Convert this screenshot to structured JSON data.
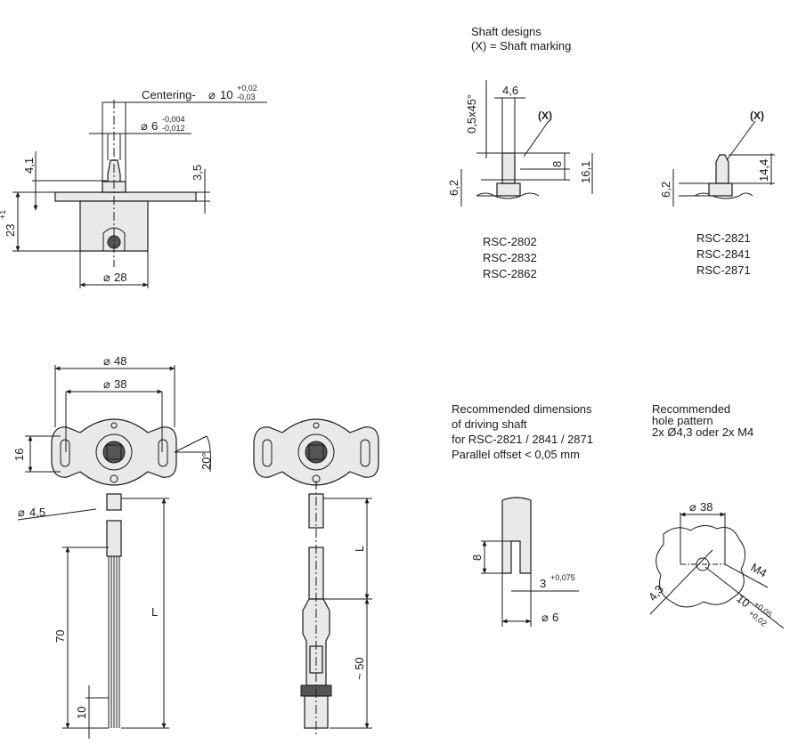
{
  "shaft_designs": {
    "title": "Shaft designs",
    "subtitle": "(X) = Shaft marking",
    "marking": "(X)",
    "design1": {
      "models": [
        "RSC-2802",
        "RSC-2832",
        "RSC-2862"
      ],
      "dims": {
        "chamfer": "0,5x45°",
        "width": "4,6",
        "marking_h": "8",
        "shaft_h": "16,1",
        "base": "6,2"
      }
    },
    "design2": {
      "models": [
        "RSC-2821",
        "RSC-2841",
        "RSC-2871"
      ],
      "dims": {
        "shaft_h": "14,4",
        "base": "6,2"
      }
    }
  },
  "side_view": {
    "centering_label": "Centering-",
    "centering_dia": "10",
    "centering_tol_upper": "+0,02",
    "centering_tol_lower": "-0,03",
    "shaft_dia": "6",
    "shaft_tol_upper": "-0,004",
    "shaft_tol_lower": "-0,012",
    "d_4_1": "4,1",
    "d_3_5": "3,5",
    "d_23": "23",
    "d_23_tol": "+1",
    "d_28": "28"
  },
  "top_views": {
    "d_48": "48",
    "d_38": "38",
    "d_16": "16",
    "d_20deg": "20°",
    "d_4_5": "4,5",
    "d_70": "70",
    "d_10": "10",
    "d_L": "L",
    "d_50": "~ 50"
  },
  "driving_shaft": {
    "lines": [
      "Recommended dimensions",
      "of driving shaft",
      "for RSC-2821 / 2841 / 2871",
      "Parallel offset < 0,05 mm"
    ],
    "d_8": "8",
    "d_3": "3",
    "d_3_tol": "+0,075",
    "d_6": "6"
  },
  "hole_pattern": {
    "lines": [
      "Recommended",
      "hole pattern",
      "2x Ø4,3 oder 2x M4"
    ],
    "d_38": "38",
    "d_4_3": "4,3",
    "d_10": "10",
    "d_10_tol_upper": "+0,05",
    "d_10_tol_lower": "+0,02",
    "m4": "M4"
  }
}
